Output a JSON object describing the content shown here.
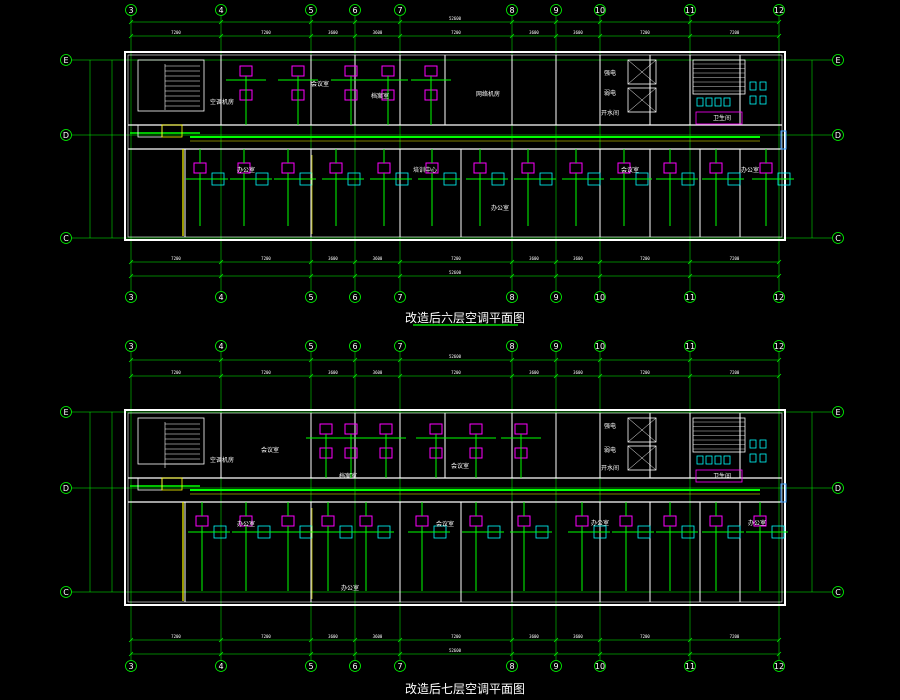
{
  "drawings": [
    {
      "title": "改造后六层空调平面图",
      "columns": [
        "3",
        "4",
        "5",
        "6",
        "7",
        "8",
        "9",
        "10",
        "11",
        "12"
      ],
      "rows": [
        "E",
        "D",
        "C"
      ],
      "overall_dimension": "52600",
      "room_labels": [
        "空调机房",
        "会议室",
        "档案室",
        "网络机房",
        "强电",
        "弱电",
        "开水间",
        "卫生间",
        "办公室",
        "培训中心",
        "办公室",
        "会议室",
        "办公室"
      ],
      "dimension_labels": [
        "7200",
        "7200",
        "3600",
        "3600",
        "7200",
        "3600",
        "3600",
        "7200",
        "7200"
      ]
    },
    {
      "title": "改造后七层空调平面图",
      "columns": [
        "3",
        "4",
        "5",
        "6",
        "7",
        "8",
        "9",
        "10",
        "11",
        "12"
      ],
      "rows": [
        "E",
        "D",
        "C"
      ],
      "overall_dimension": "52600",
      "room_labels": [
        "空调机房",
        "会议室",
        "档案室",
        "会议室",
        "强电",
        "弱电",
        "开水间",
        "卫生间",
        "办公室",
        "会议室",
        "办公室",
        "办公室",
        "办公室"
      ],
      "dimension_labels": [
        "7200",
        "7200",
        "3600",
        "3600",
        "7200",
        "3600",
        "3600",
        "7200",
        "7200"
      ]
    }
  ],
  "colors": {
    "background": "#000000",
    "axis": "#00ff00",
    "wall": "#ffffff",
    "duct": "#00ff00",
    "unit": "#ff00ff",
    "pipe": "#ffff00",
    "partition": "#00ffff",
    "dimension": "#00ff00"
  }
}
